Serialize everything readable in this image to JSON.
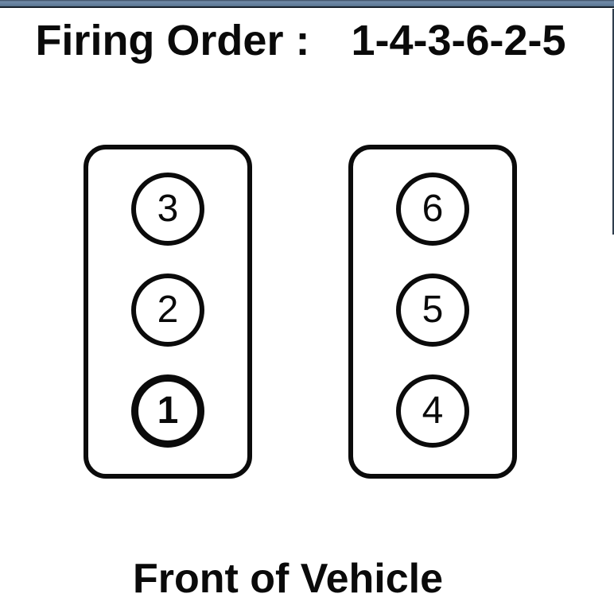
{
  "header": {
    "label": "Firing Order :",
    "sequence": "1-4-3-6-2-5"
  },
  "banks": {
    "left": {
      "cylinders": [
        "3",
        "2",
        "1"
      ],
      "emphasized_cylinder": "1"
    },
    "right": {
      "cylinders": [
        "6",
        "5",
        "4"
      ]
    }
  },
  "footer": {
    "label": "Front of Vehicle"
  },
  "colors": {
    "background": "#ffffff",
    "line": "#0b0b0b",
    "text": "#0a0a0a",
    "titlebar": "#64809e",
    "titlebar_edge": "#18222d",
    "window_right_edge": "#2f3d4c"
  }
}
